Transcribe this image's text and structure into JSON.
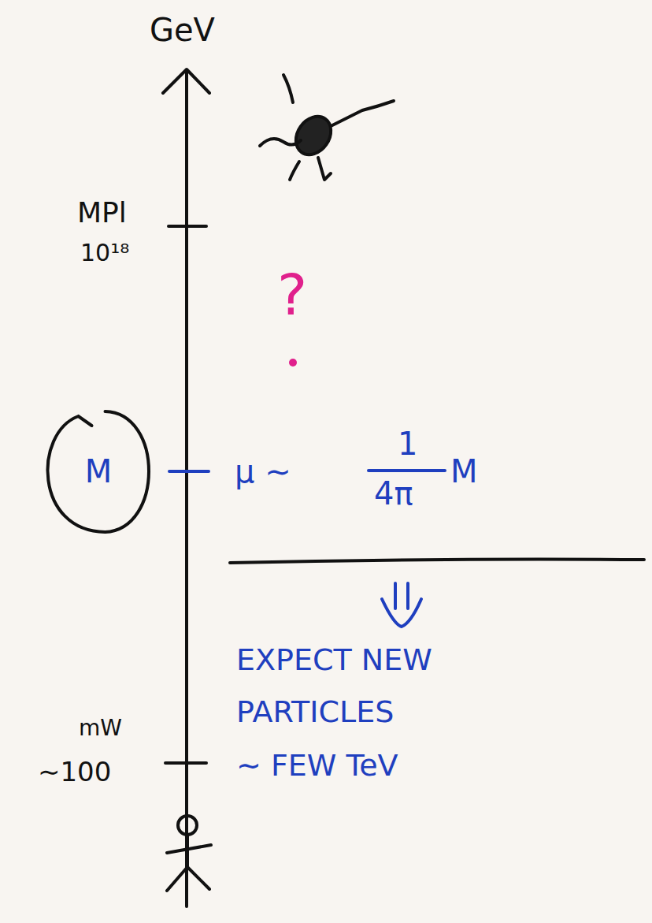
{
  "diagram": {
    "nodes": [
      {
        "text": [
          "M"
        ]
      }
    ],
    "labels": [
      "GeV",
      "MPl",
      "10¹⁸",
      "?",
      "μ ∼",
      "1",
      "4π",
      "M",
      "EXPECT NEW",
      "PARTICLES",
      "∼ FEW TeV",
      "mW",
      "∼100"
    ]
  }
}
